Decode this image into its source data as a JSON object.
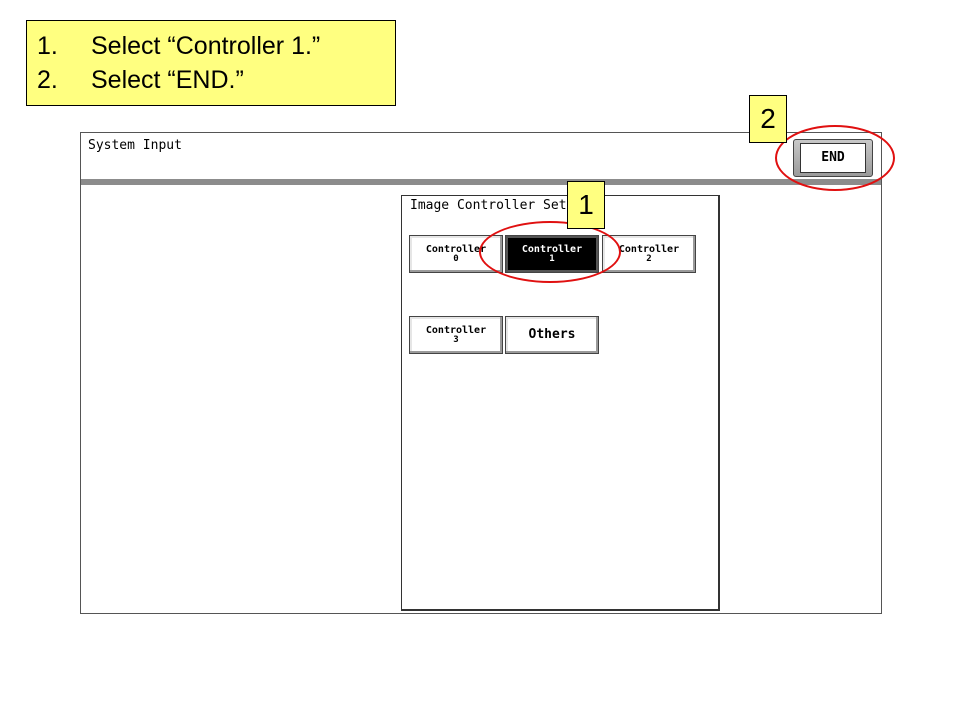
{
  "instructions": {
    "steps": [
      {
        "num": "1.",
        "text": "Select “Controller 1.”"
      },
      {
        "num": "2.",
        "text": "Select “END.”"
      }
    ]
  },
  "callouts": {
    "end": "2",
    "controller1": "1"
  },
  "screen": {
    "title": "System Input",
    "end_label": "END",
    "panel": {
      "title": "Image Controller Set",
      "buttons": [
        {
          "line1": "Controller",
          "line2": "0",
          "selected": false
        },
        {
          "line1": "Controller",
          "line2": "1",
          "selected": true
        },
        {
          "line1": "Controller",
          "line2": "2",
          "selected": false
        },
        {
          "line1": "Controller",
          "line2": "3",
          "selected": false
        },
        {
          "line1": "Others",
          "line2": "",
          "selected": false
        }
      ]
    }
  },
  "colors": {
    "instruction_bg": "#ffff80",
    "highlight_ring": "#e01010",
    "header_bar": "#8c8c8c",
    "selected_button": "#000000"
  }
}
